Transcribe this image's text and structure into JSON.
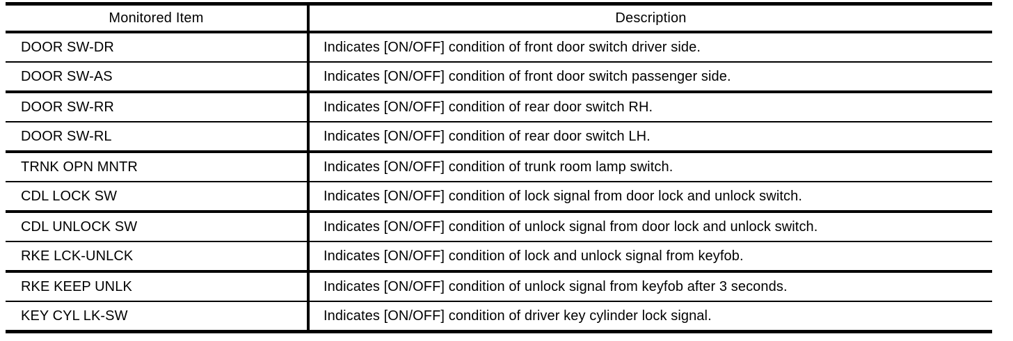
{
  "table": {
    "columns": [
      {
        "key": "item",
        "label": "Monitored Item",
        "align": "center"
      },
      {
        "key": "description",
        "label": "Description",
        "align": "center"
      }
    ],
    "rows": [
      {
        "item": "DOOR SW-DR",
        "description": "Indicates [ON/OFF] condition of front door switch driver side."
      },
      {
        "item": "DOOR SW-AS",
        "description": "Indicates [ON/OFF] condition of front door switch passenger side."
      },
      {
        "item": "DOOR SW-RR",
        "description": "Indicates [ON/OFF] condition of rear door switch RH."
      },
      {
        "item": "DOOR SW-RL",
        "description": "Indicates [ON/OFF] condition of rear door switch LH."
      },
      {
        "item": "TRNK OPN MNTR",
        "description": "Indicates [ON/OFF] condition of trunk room lamp switch."
      },
      {
        "item": "CDL LOCK SW",
        "description": "Indicates [ON/OFF] condition of lock signal from door lock and unlock switch."
      },
      {
        "item": "CDL UNLOCK SW",
        "description": "Indicates [ON/OFF] condition of unlock signal from door lock and unlock switch."
      },
      {
        "item": "RKE LCK-UNLCK",
        "description": "Indicates [ON/OFF] condition of lock and unlock signal from keyfob."
      },
      {
        "item": "RKE KEEP UNLK",
        "description": "Indicates [ON/OFF] condition of unlock signal from keyfob after 3 seconds."
      },
      {
        "item": "KEY CYL LK-SW",
        "description": "Indicates [ON/OFF] condition of driver key cylinder lock signal."
      }
    ]
  },
  "style": {
    "rule_color": "#000000",
    "background": "#ffffff",
    "text_color": "#000000"
  }
}
